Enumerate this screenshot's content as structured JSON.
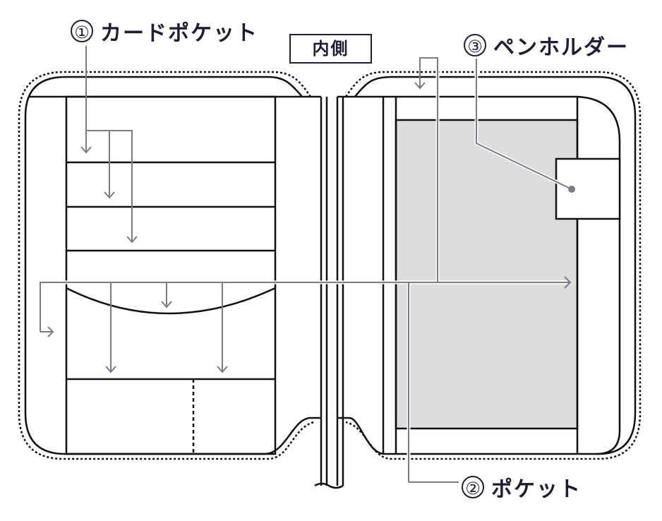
{
  "title_box": "内側",
  "callouts": [
    {
      "number": "①",
      "label": "カードポケット"
    },
    {
      "number": "②",
      "label": "ポケット"
    },
    {
      "number": "③",
      "label": "ペンホルダー"
    }
  ],
  "colors": {
    "ink": "#1e1e32",
    "leader": "#7a7a88",
    "pocket_fill": "#dcdddc"
  }
}
